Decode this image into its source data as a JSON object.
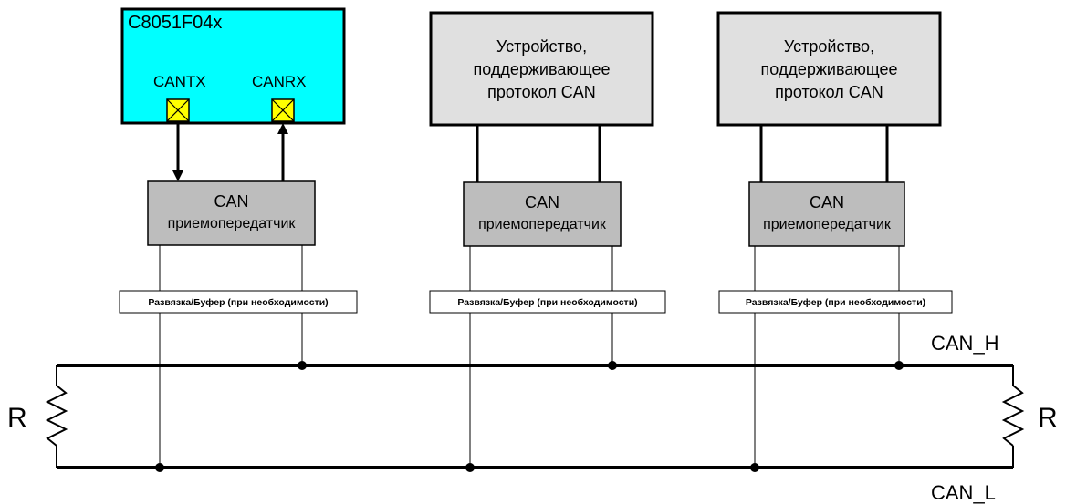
{
  "microcontroller": {
    "title": "C8051F04x",
    "pin_tx": "CANTX",
    "pin_rx": "CANRX",
    "fill": "#00ffff",
    "pin_fill": "#ffff00"
  },
  "devices": [
    {
      "lines": [
        "Устройство,",
        "поддерживающее",
        "протокол CAN"
      ]
    },
    {
      "lines": [
        "Устройство,",
        "поддерживающее",
        "протокол CAN"
      ]
    }
  ],
  "transceivers": [
    {
      "line1": "CAN",
      "line2": "приемопередатчик"
    },
    {
      "line1": "CAN",
      "line2": "приемопередатчик"
    },
    {
      "line1": "CAN",
      "line2": "приемопередатчик"
    }
  ],
  "buffers": [
    {
      "label": "Развязка/Буфер (при необходимости)"
    },
    {
      "label": "Развязка/Буфер (при необходимости)"
    },
    {
      "label": "Развязка/Буфер (при необходимости)"
    }
  ],
  "bus": {
    "high_label": "CAN_H",
    "low_label": "CAN_L"
  },
  "resistors": {
    "left_label": "R",
    "right_label": "R"
  },
  "colors": {
    "device_fill": "#e0e0e0",
    "transceiver_fill": "#bdbdbd",
    "line": "#000000"
  }
}
